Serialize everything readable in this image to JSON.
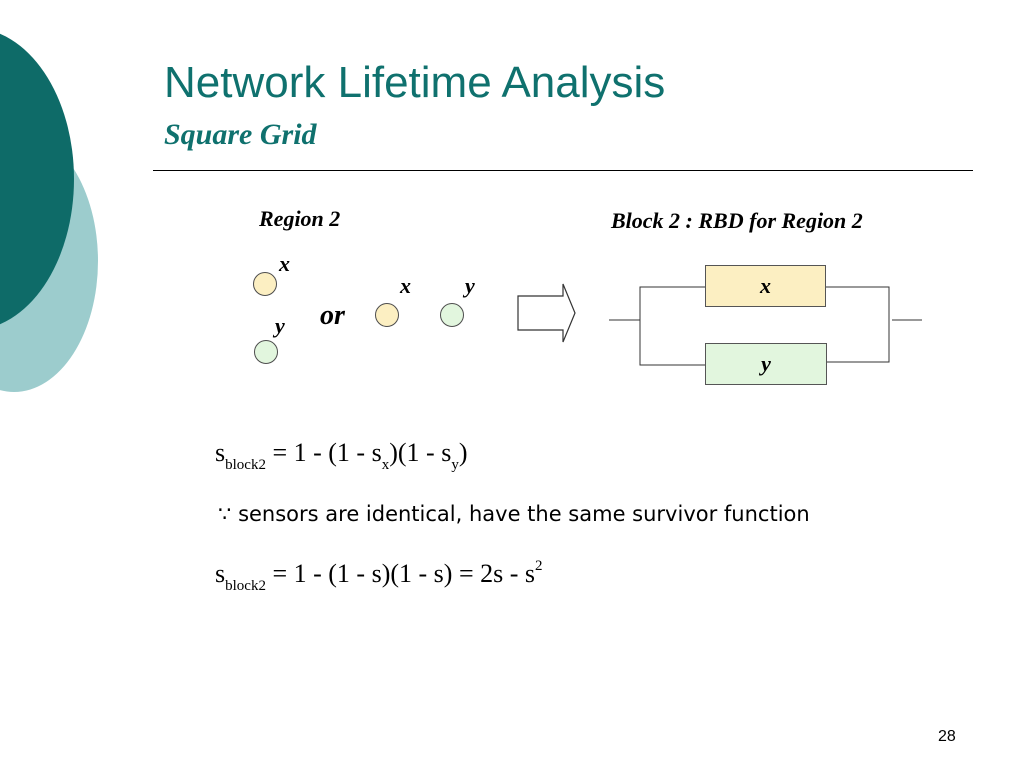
{
  "slide": {
    "title": "Network Lifetime Analysis",
    "subtitle": "Square Grid",
    "page_number": "28"
  },
  "region": {
    "label": "Region 2",
    "single_x_label": "x",
    "single_y_label": "y",
    "or_label": "or",
    "pair_x_label": "x",
    "pair_y_label": "y"
  },
  "rbd": {
    "title": "Block 2 : RBD for Region 2",
    "box_x_label": "x",
    "box_y_label": "y"
  },
  "formula1": {
    "lhs_symbol": "s",
    "lhs_subscript": "block2",
    "rhs_prefix": "=  1 - (1 - s",
    "x_subscript": "x",
    "rhs_middle": ")(1 - s",
    "y_subscript": "y",
    "rhs_suffix": ")"
  },
  "statement": {
    "because_symbol": "∵",
    "text": "sensors are identical, have the same survivor function"
  },
  "formula2": {
    "lhs_symbol": "s",
    "lhs_subscript": "block2",
    "rhs": "=  1 - (1 - s)(1 - s) = 2s - s",
    "exponent": "2"
  },
  "colors": {
    "title": "#0f716e",
    "deco_dark": "#0e6b68",
    "deco_light": "#9ccccd",
    "node_x_fill": "#fcefc2",
    "node_y_fill": "#e2f6de"
  }
}
